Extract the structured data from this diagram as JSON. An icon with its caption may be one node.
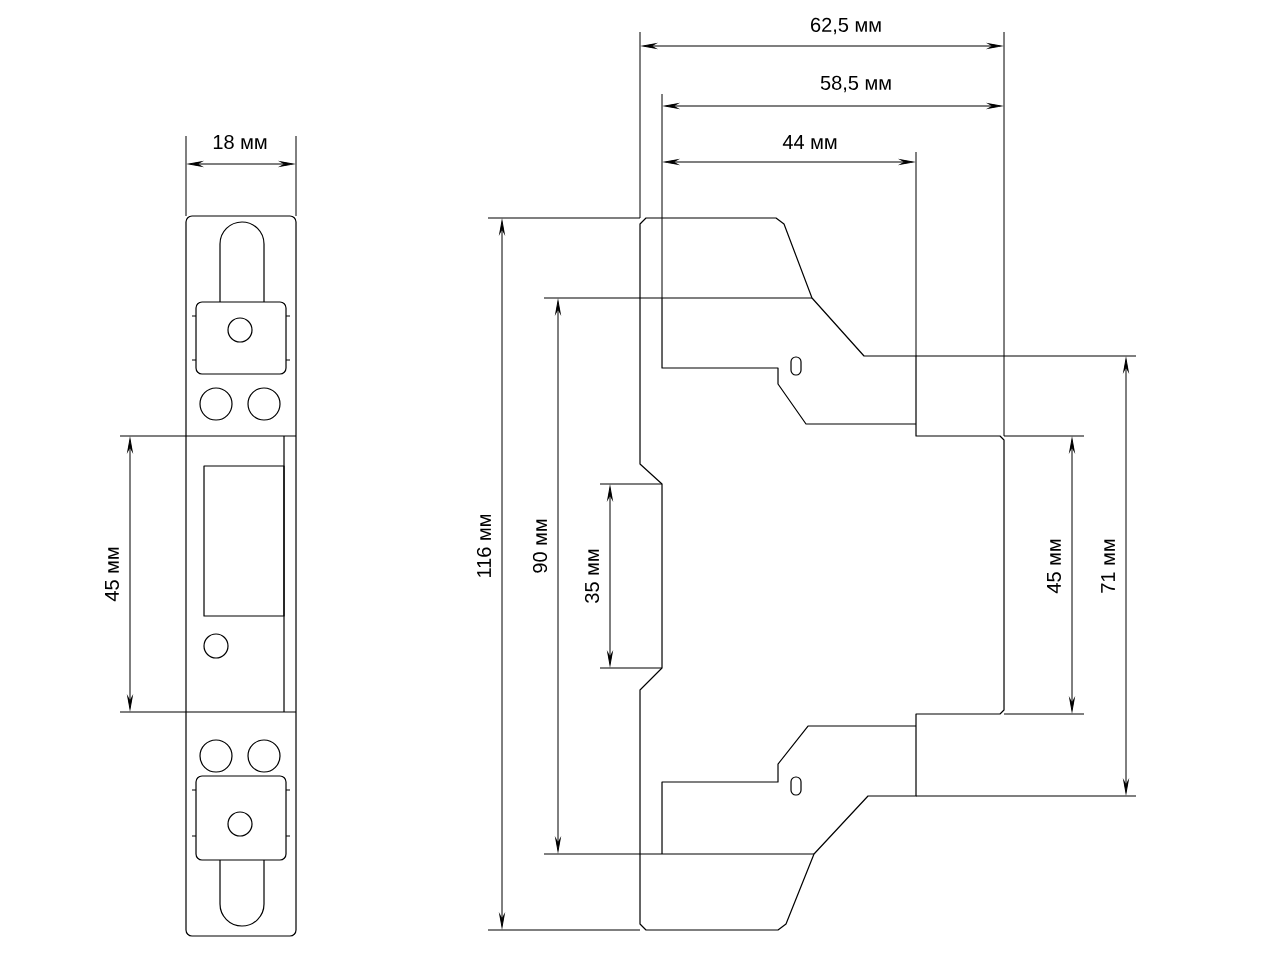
{
  "diagram": {
    "labels": [
      "62,5 мм",
      "58,5 мм",
      "18 мм",
      "44 мм",
      "45 мм",
      "116 мм",
      "90 мм",
      "35 мм",
      "45 мм",
      "71 мм"
    ]
  }
}
